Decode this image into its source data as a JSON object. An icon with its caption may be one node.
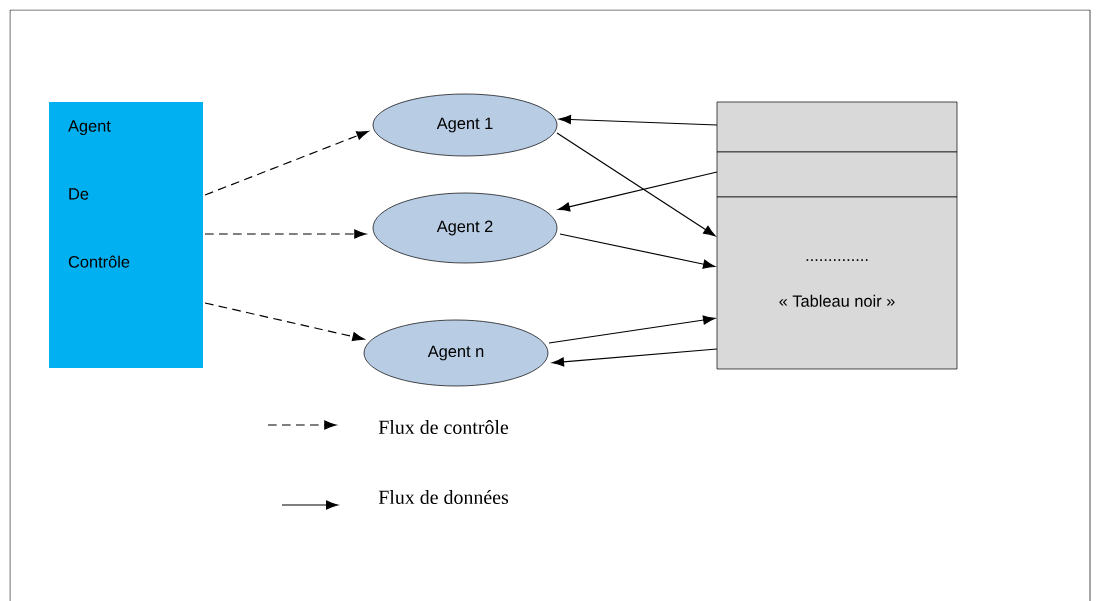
{
  "diagram": {
    "nodes": [
      {
        "text": [
          "Agent De Contrôle"
        ]
      },
      {
        "text": [
          "Agent 1"
        ]
      },
      {
        "text": [
          "Agent 2"
        ]
      },
      {
        "text": [
          "Agent n"
        ]
      },
      {
        "text": [],
        "shape": "box"
      },
      {
        "text": [],
        "shape": "box"
      },
      {
        "text": [
          "..............",
          "« Tableau noir »"
        ]
      }
    ],
    "edges": [
      {
        "from": 0,
        "to": 1,
        "arrow": "to",
        "style": "dashed"
      },
      {
        "from": 0,
        "to": 2,
        "arrow": "to",
        "style": "dashed"
      },
      {
        "from": 0,
        "to": 3,
        "arrow": "to",
        "style": "dashed"
      },
      {
        "from": 4,
        "to": 1,
        "arrow": "to"
      },
      {
        "from": 5,
        "to": 2,
        "arrow": "to"
      },
      {
        "from": 1,
        "to": 6,
        "arrow": "to"
      },
      {
        "from": 2,
        "to": 6,
        "arrow": "to"
      },
      {
        "from": 3,
        "to": 6,
        "arrow": "to"
      },
      {
        "from": 6,
        "to": 3,
        "arrow": "to"
      }
    ],
    "legend": [
      {
        "text": "Flux de contrôle"
      },
      {
        "text": "Flux de données"
      }
    ]
  }
}
